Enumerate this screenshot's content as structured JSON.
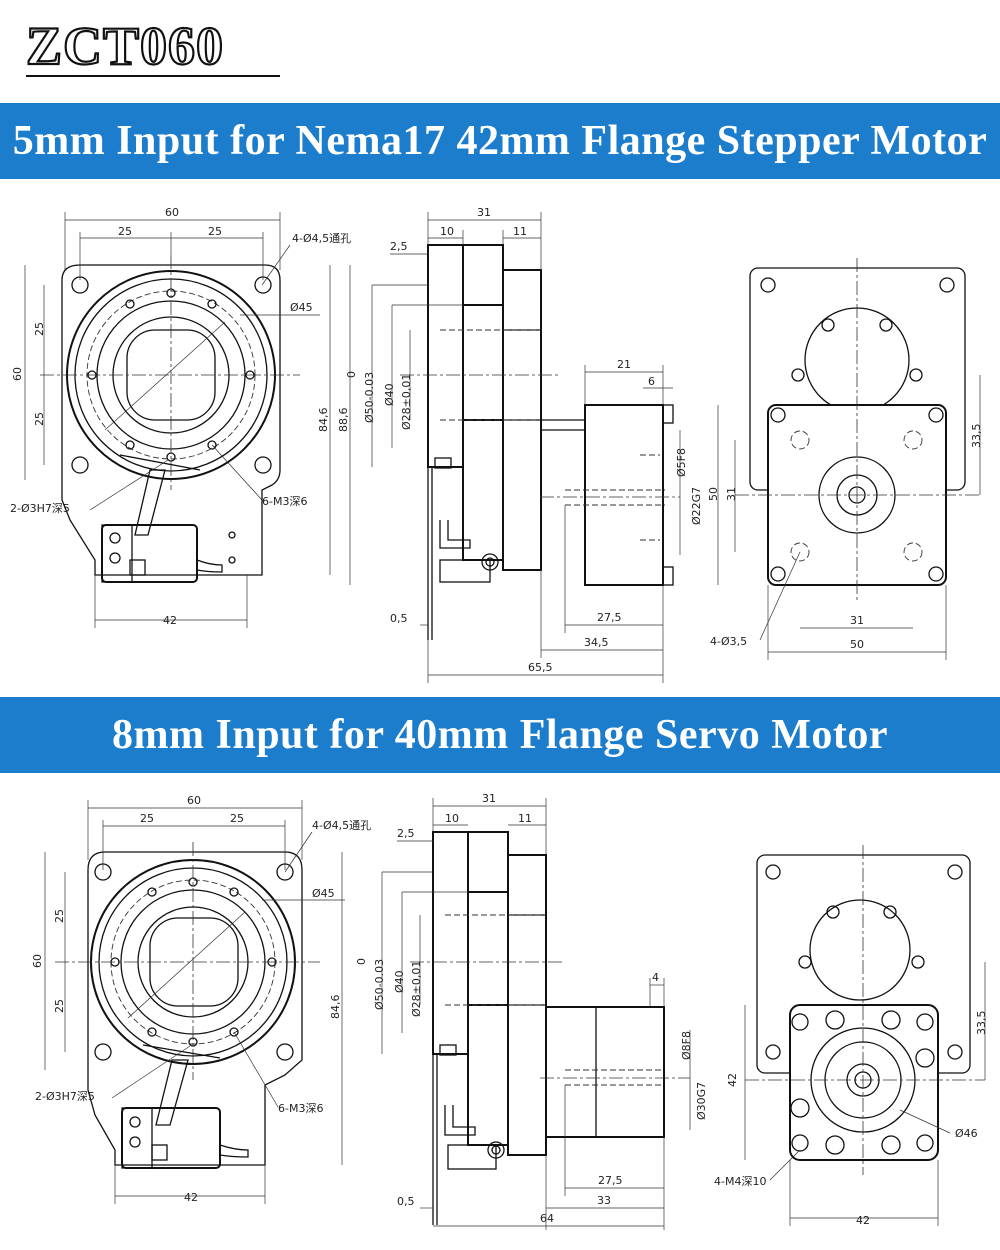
{
  "header": {
    "model": "ZCT060"
  },
  "section1": {
    "title": "5mm Input for Nema17 42mm Flange Stepper Motor",
    "dims": {
      "d60": "60",
      "d25a": "25",
      "d25b": "25",
      "holes4": "4-Ø4,5通孔",
      "d45": "Ø45",
      "v60": "60",
      "v25a": "25",
      "v25b": "25",
      "h846": "84,6",
      "h886": "88,6",
      "pin": "2-Ø3H7深5",
      "m3": "6-M3深6",
      "d42": "42",
      "s31": "31",
      "s10": "10",
      "s11": "11",
      "s25": "2,5",
      "s0": "0",
      "s50": "Ø50-0.03",
      "s40": "Ø40",
      "s28": "Ø28±0,01",
      "m21": "21",
      "m6": "6",
      "m5f8": "Ø5F8",
      "m22g7": "Ø22G7",
      "s05": "0,5",
      "s275": "27,5",
      "s345": "34,5",
      "s655": "65,5",
      "r50v": "50",
      "r31v": "31",
      "r335": "33,5",
      "r35": "4-Ø3,5",
      "r31": "31",
      "r50": "50"
    }
  },
  "section2": {
    "title": "8mm Input for 40mm Flange Servo Motor",
    "dims": {
      "d60": "60",
      "d25a": "25",
      "d25b": "25",
      "holes4": "4-Ø4,5通孔",
      "d45": "Ø45",
      "v60": "60",
      "v25a": "25",
      "v25b": "25",
      "h846": "84,6",
      "pin": "2-Ø3H7深5",
      "m3": "6-M3深6",
      "d42": "42",
      "s31": "31",
      "s10": "10",
      "s11": "11",
      "s25": "2,5",
      "s0": "0",
      "s50": "Ø50-0.03",
      "s40": "Ø40",
      "s28": "Ø28±0,01",
      "m4": "4",
      "m8f8": "Ø8F8",
      "m30g7": "Ø30G7",
      "s05": "0,5",
      "s275": "27,5",
      "s33": "33",
      "s64": "64",
      "r42v": "42",
      "r335": "33,5",
      "d46": "Ø46",
      "m4h": "4-M4深10",
      "r42": "42"
    }
  }
}
